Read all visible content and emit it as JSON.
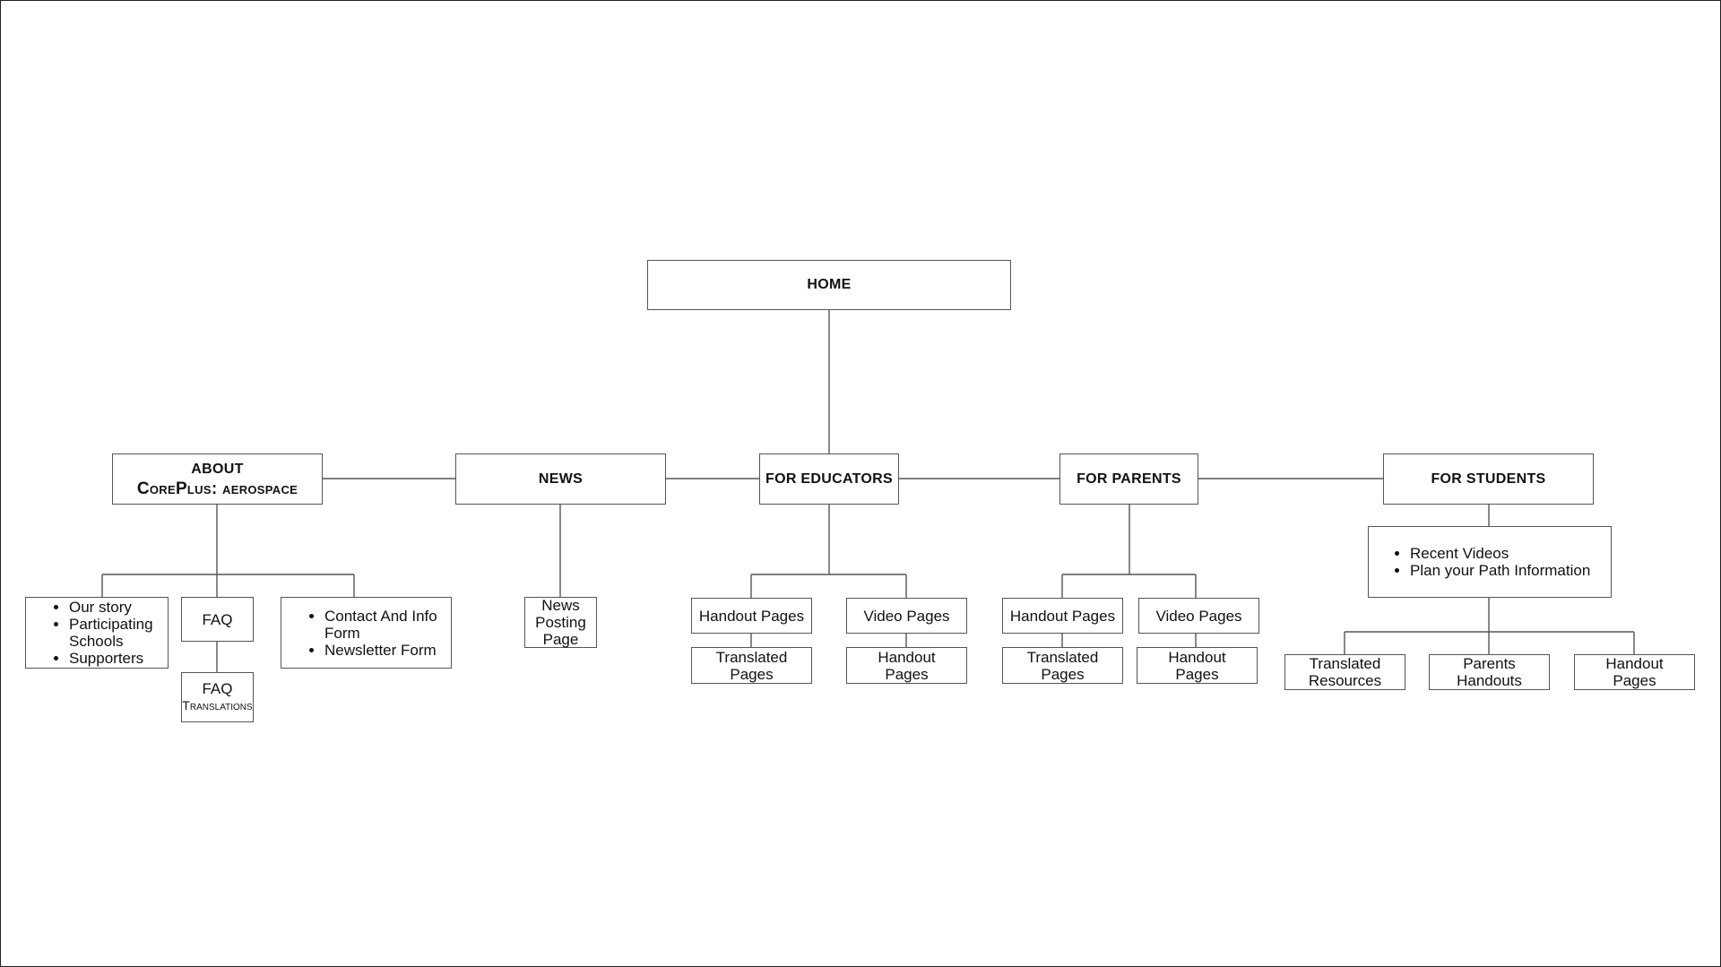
{
  "sitemap": {
    "home": "HOME",
    "about": {
      "line1": "ABOUT",
      "line2": "CorePlus: aerospace"
    },
    "news": "NEWS",
    "educators": "FOR EDUCATORS",
    "parents": "FOR PARENTS",
    "students": "FOR STUDENTS",
    "about_list": [
      "Our story",
      "Participating Schools",
      "Supporters"
    ],
    "faq": "FAQ",
    "faq_translations": {
      "line1": "FAQ",
      "line2": "Translations"
    },
    "contact_list": [
      "Contact And Info Form",
      "Newsletter Form"
    ],
    "news_posting": "News Posting Page",
    "edu_handout": "Handout Pages",
    "edu_video": "Video Pages",
    "edu_translated": "Translated Pages",
    "edu_handout2": "Handout Pages",
    "par_handout": "Handout Pages",
    "par_video": "Video Pages",
    "par_translated": "Translated Pages",
    "par_handout2": "Handout Pages",
    "students_list": [
      "Recent Videos",
      "Plan your Path Information"
    ],
    "stu_translated": "Translated Resources",
    "stu_parents": "Parents Handouts",
    "stu_handout": "Handout Pages"
  }
}
